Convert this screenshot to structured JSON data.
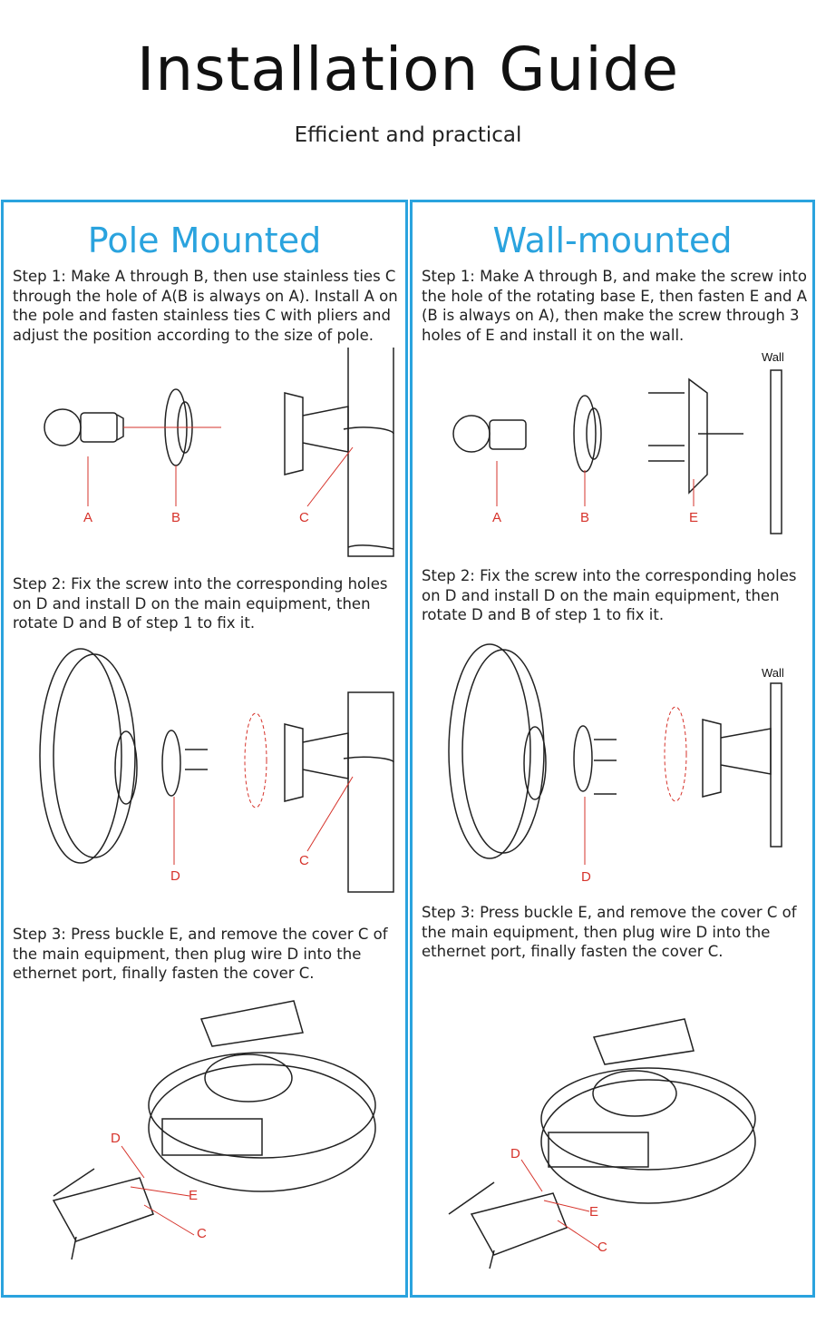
{
  "header": {
    "title": "Installation Guide",
    "subtitle": "Efficient and practical"
  },
  "pole": {
    "title": "Pole Mounted",
    "step1": "Step 1: Make A through B, then use stainless ties C through the hole of A(B is always on A). Install A on the pole and fasten stainless ties C with pliers and adjust the position according to the size of pole.",
    "step2": "Step 2:  Fix the screw into the corresponding holes on D and install D on the main equipment, then rotate D and B of step 1 to fix it.",
    "step3": "Step 3: Press buckle E, and remove the cover C of the main equipment, then plug wire D into the ethernet port, finally fasten the cover C.",
    "labels1": [
      "A",
      "B",
      "C"
    ],
    "labels2": [
      "D",
      "C"
    ],
    "labels3": [
      "D",
      "E",
      "C"
    ]
  },
  "wall": {
    "title": "Wall-mounted",
    "step1": "Step 1: Make A through B, and make the screw into the hole of the rotating base E, then fasten E and A (B is always on A), then make the screw through 3 holes of E and install it on the wall.",
    "step2": "Step 2: Fix the screw into the corresponding holes on D and install D on the main equipment, then rotate D and B of step 1 to fix it.",
    "step3": "Step 3: Press buckle E, and remove the cover C of the main equipment, then plug wire D into the ethernet port, finally fasten the cover C.",
    "wall_label": "Wall",
    "labels1": [
      "A",
      "B",
      "E"
    ],
    "labels2": [
      "D"
    ],
    "labels3": [
      "D",
      "E",
      "C"
    ]
  },
  "colors": {
    "accent": "#2aa3de",
    "label": "#d6332b"
  }
}
